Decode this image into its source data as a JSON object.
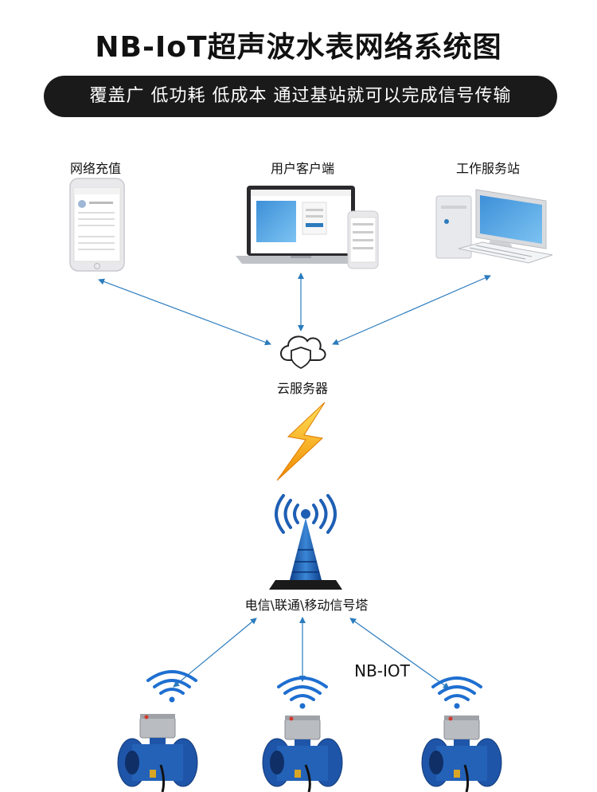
{
  "title": "NB-IoT超声波水表网络系统图",
  "banner": "覆盖广 低功耗 低成本 通过基站就可以完成信号传输",
  "nodes": {
    "recharge": "网络充值",
    "client": "用户客户端",
    "workstation": "工作服务站",
    "cloud": "云服务器",
    "tower": "电信\\联通\\移动信号塔"
  },
  "link_label": "NB-IOT",
  "colors": {
    "arrow": "#2b7bbd",
    "bolt": "#f5a300",
    "tower_blue": "#1e5fb4",
    "meter_blue": "#1f55a8"
  }
}
